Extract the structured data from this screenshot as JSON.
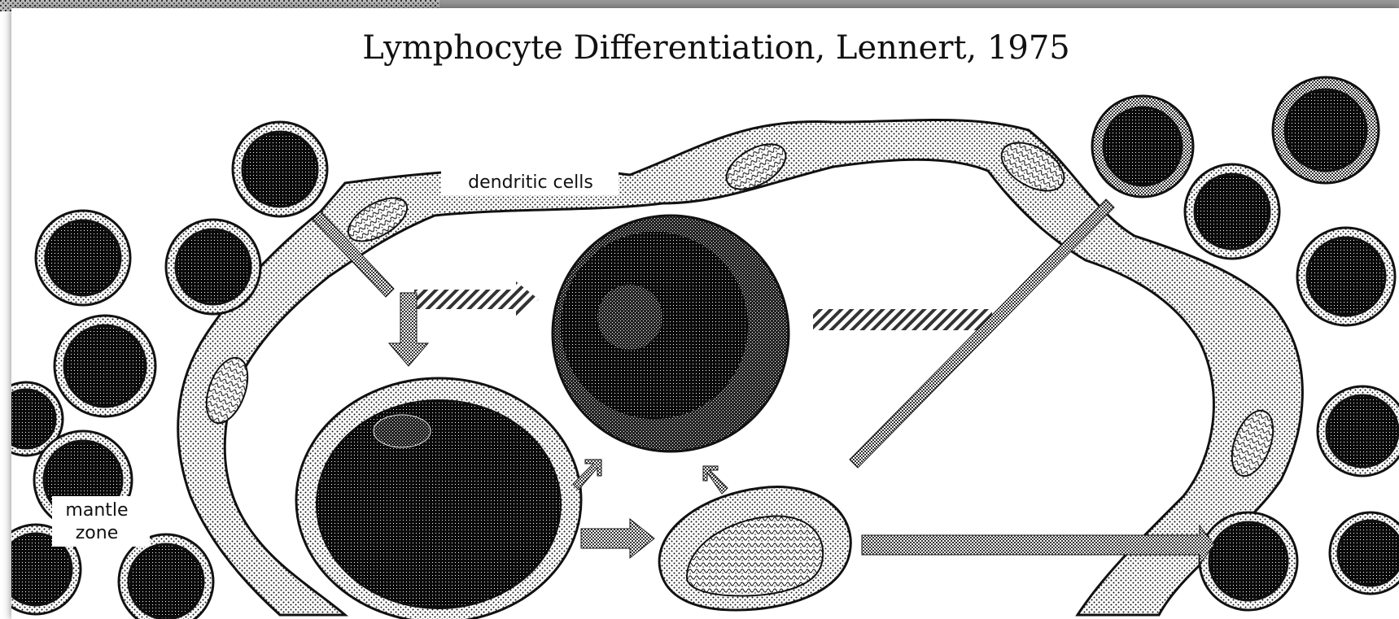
{
  "title": "Lymphocyte Differentiation, Lennert, 1975",
  "labels": {
    "dendritic_cells": "dendritic cells",
    "mantle_zone_line1": "mantle",
    "mantle_zone_line2": "zone"
  }
}
